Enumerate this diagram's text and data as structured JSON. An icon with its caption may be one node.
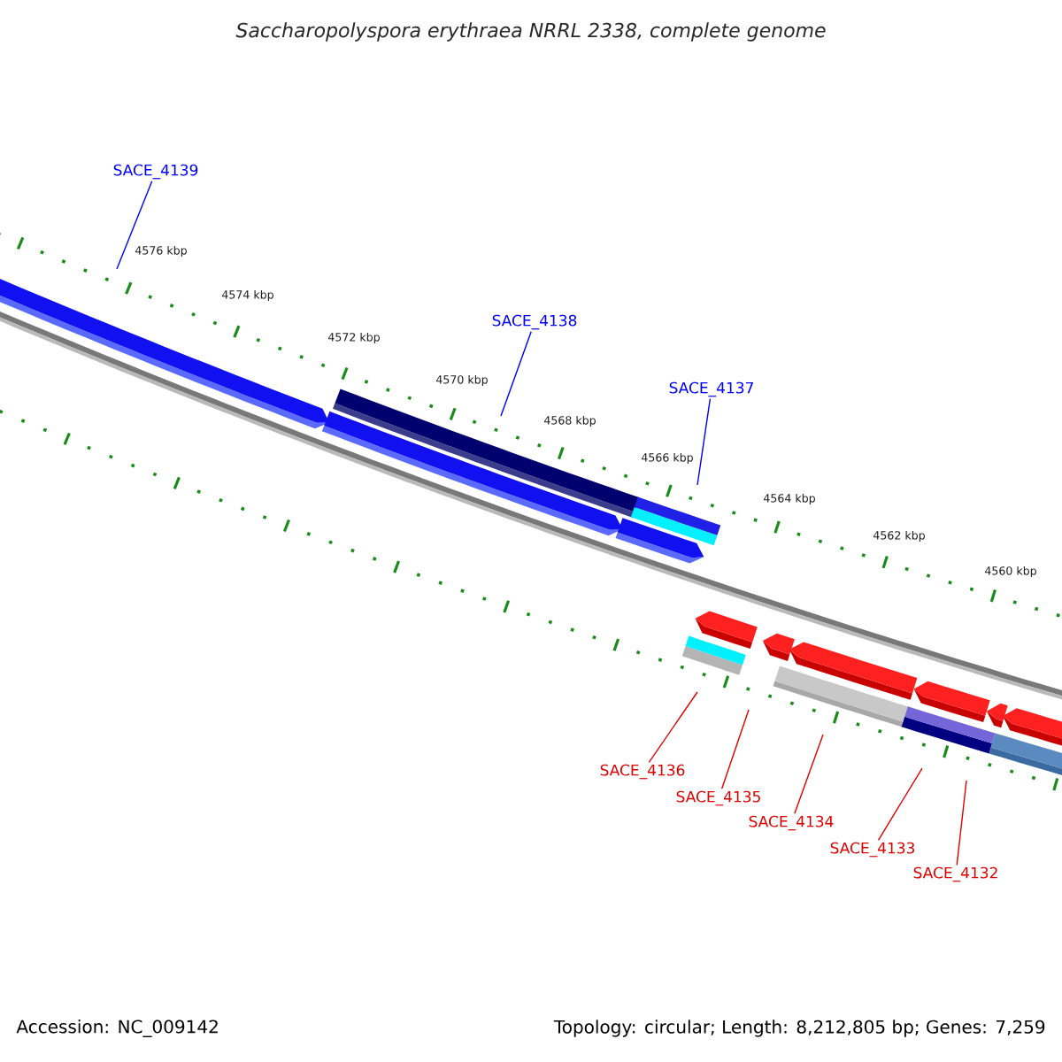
{
  "diagram": {
    "title": "Saccharopolyspora erythraea NRRL 2338, complete genome",
    "nodes": [
      {
        "text": [
          "SACE_4139"
        ]
      },
      {
        "text": [
          "SACE_4138"
        ]
      },
      {
        "text": [
          "SACE_4137"
        ]
      },
      {
        "text": [
          "SACE_4136"
        ]
      },
      {
        "text": [
          "SACE_4135"
        ]
      },
      {
        "text": [
          "SACE_4134"
        ]
      },
      {
        "text": [
          "SACE_4133"
        ]
      },
      {
        "text": [
          "SACE_4132"
        ]
      }
    ],
    "edges": [
      {
        "from": 0,
        "to": null,
        "arrow": "none",
        "color": "#0000ff"
      },
      {
        "from": 1,
        "to": null,
        "arrow": "none",
        "color": "#0000ff"
      },
      {
        "from": 2,
        "to": null,
        "arrow": "none",
        "color": "#0000ff"
      },
      {
        "from": 3,
        "to": null,
        "arrow": "none"
      },
      {
        "from": 4,
        "to": null,
        "arrow": "none"
      },
      {
        "from": 5,
        "to": null,
        "arrow": "none"
      },
      {
        "from": 6,
        "to": null,
        "arrow": "none"
      },
      {
        "from": 7,
        "to": null,
        "arrow": "none"
      }
    ],
    "labels": [
      "4576 kbp",
      "4574 kbp",
      "4572 kbp",
      "4570 kbp",
      "4568 kbp",
      "4566 kbp",
      "4564 kbp",
      "4562 kbp",
      "4560 kbp",
      "Accession: NC_009142",
      "Topology: circular; Length: 8,212,805 bp; Genes: 7,259"
    ]
  }
}
